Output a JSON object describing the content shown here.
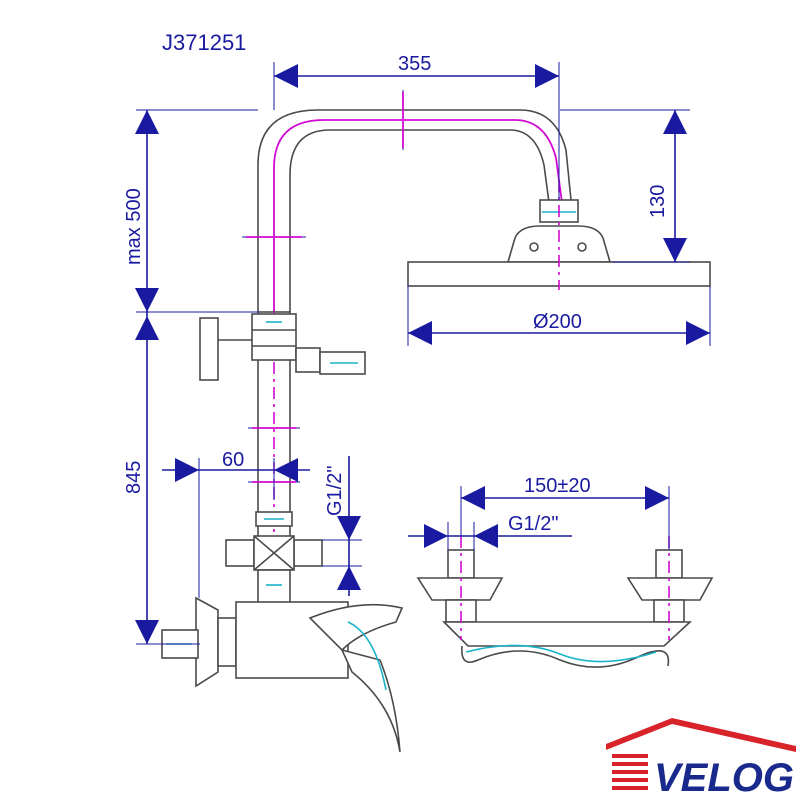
{
  "model_code": "J371251",
  "dimensions": {
    "arm_reach": "355",
    "height_max": "max 500",
    "head_drop": "130",
    "head_diameter": "Ø200",
    "lower_height": "845",
    "offset_60": "60",
    "thread_vertical": "G1/2\"",
    "connector_spacing": "150±20",
    "thread_connector": "G1/2\""
  },
  "brand": {
    "name": "VELOG",
    "colors": {
      "roof": "#d8232a",
      "text": "#1a2a8c"
    }
  },
  "colors": {
    "dimension": "#1a1aa0",
    "outline": "#4a4a4a",
    "centerline": "#d20ad2",
    "highlight": "#19b4c8"
  }
}
